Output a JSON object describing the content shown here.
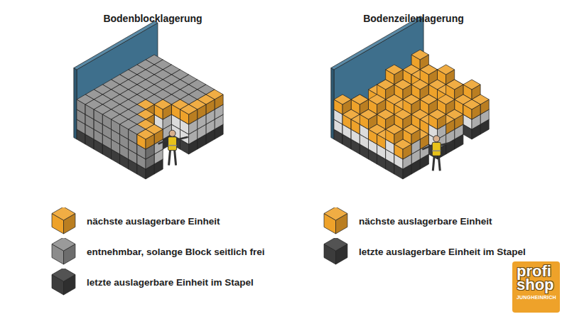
{
  "diagram": {
    "nodes": [
      {
        "text": [
          "profi shop",
          "JUNGHEINRICH"
        ]
      }
    ],
    "labels": [
      "Bodenblocklagerung",
      "Bodenzeilenlagerung"
    ],
    "legend": [
      {
        "text": "nächste auslagerbare Einheit",
        "color": "#eea22a"
      },
      {
        "text": "entnehmbar, solange Block seitlich frei",
        "color": "#8c8c8c"
      },
      {
        "text": "letzte auslagerbare Einheit im Stapel",
        "color": "#3c3c3c"
      },
      {
        "text": "nächste auslagerbare Einheit",
        "color": "#eea22a"
      },
      {
        "text": "letzte auslagerbare Einheit im Stapel",
        "color": "#3c3c3c"
      }
    ]
  }
}
